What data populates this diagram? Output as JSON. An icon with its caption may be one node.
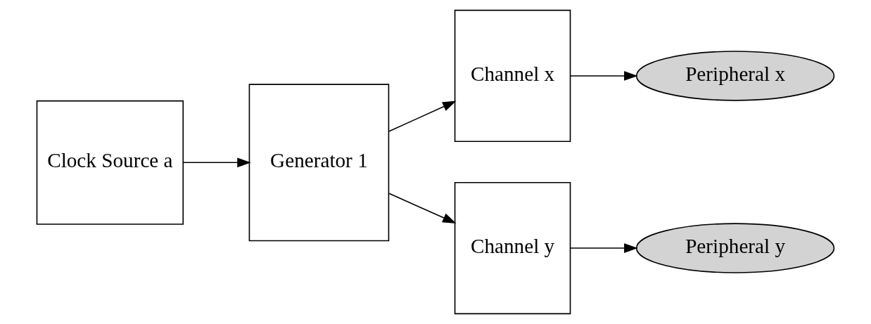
{
  "diagram": {
    "nodes": [
      {
        "text": [
          "Clock Source a"
        ]
      },
      {
        "text": [
          "Generator 1"
        ]
      },
      {
        "text": [
          "Channel x"
        ]
      },
      {
        "text": [
          "Channel y"
        ]
      },
      {
        "text": [
          "Peripheral x"
        ]
      },
      {
        "text": [
          "Peripheral y"
        ]
      }
    ],
    "edges": [
      {
        "from": 0,
        "to": 1,
        "arrow": "to"
      },
      {
        "from": 1,
        "to": 2,
        "arrow": "to"
      },
      {
        "from": 1,
        "to": 3,
        "arrow": "to"
      },
      {
        "from": 2,
        "to": 4,
        "arrow": "to"
      },
      {
        "from": 3,
        "to": 5,
        "arrow": "to"
      }
    ]
  }
}
